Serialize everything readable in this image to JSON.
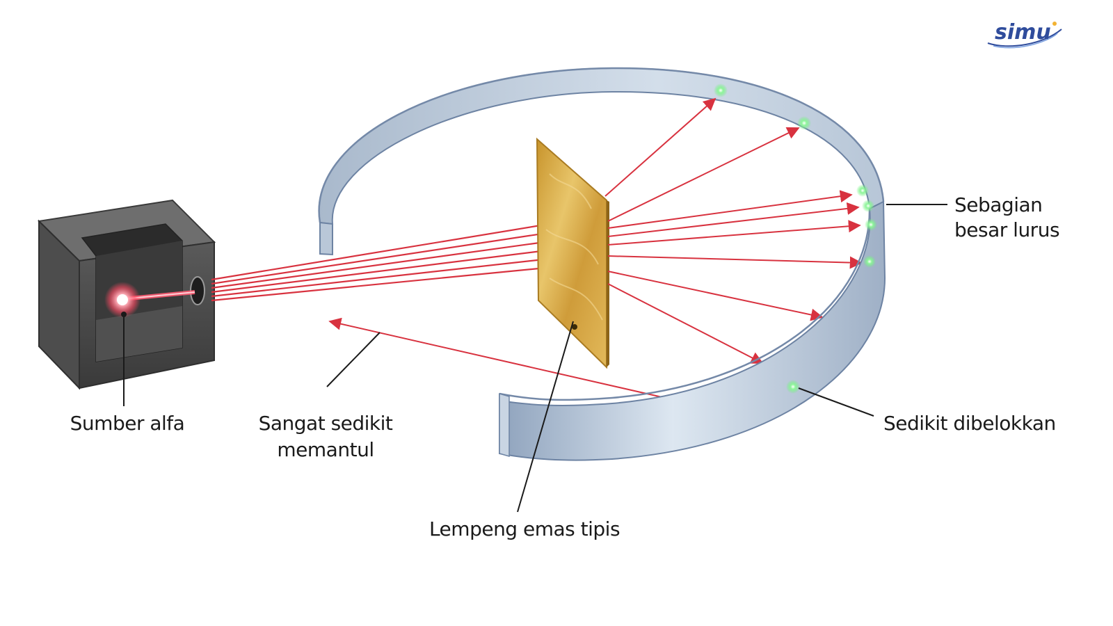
{
  "logo": {
    "text": "simu",
    "name": "simu-logo"
  },
  "labels": {
    "source": "Sumber alfa",
    "reflect_line1": "Sangat sedikit",
    "reflect_line2": "memantul",
    "foil": "Lempeng emas tipis",
    "straight_line1": "Sebagian",
    "straight_line2": "besar lurus",
    "deflected": "Sedikit dibelokkan"
  },
  "colors": {
    "ray": "#d8323f",
    "gold": "#d8ab45",
    "screen": "#c4d2e2",
    "source_box": "#4a4a4a",
    "flash": "#6ef27a",
    "logo": "#2f4c9c"
  }
}
